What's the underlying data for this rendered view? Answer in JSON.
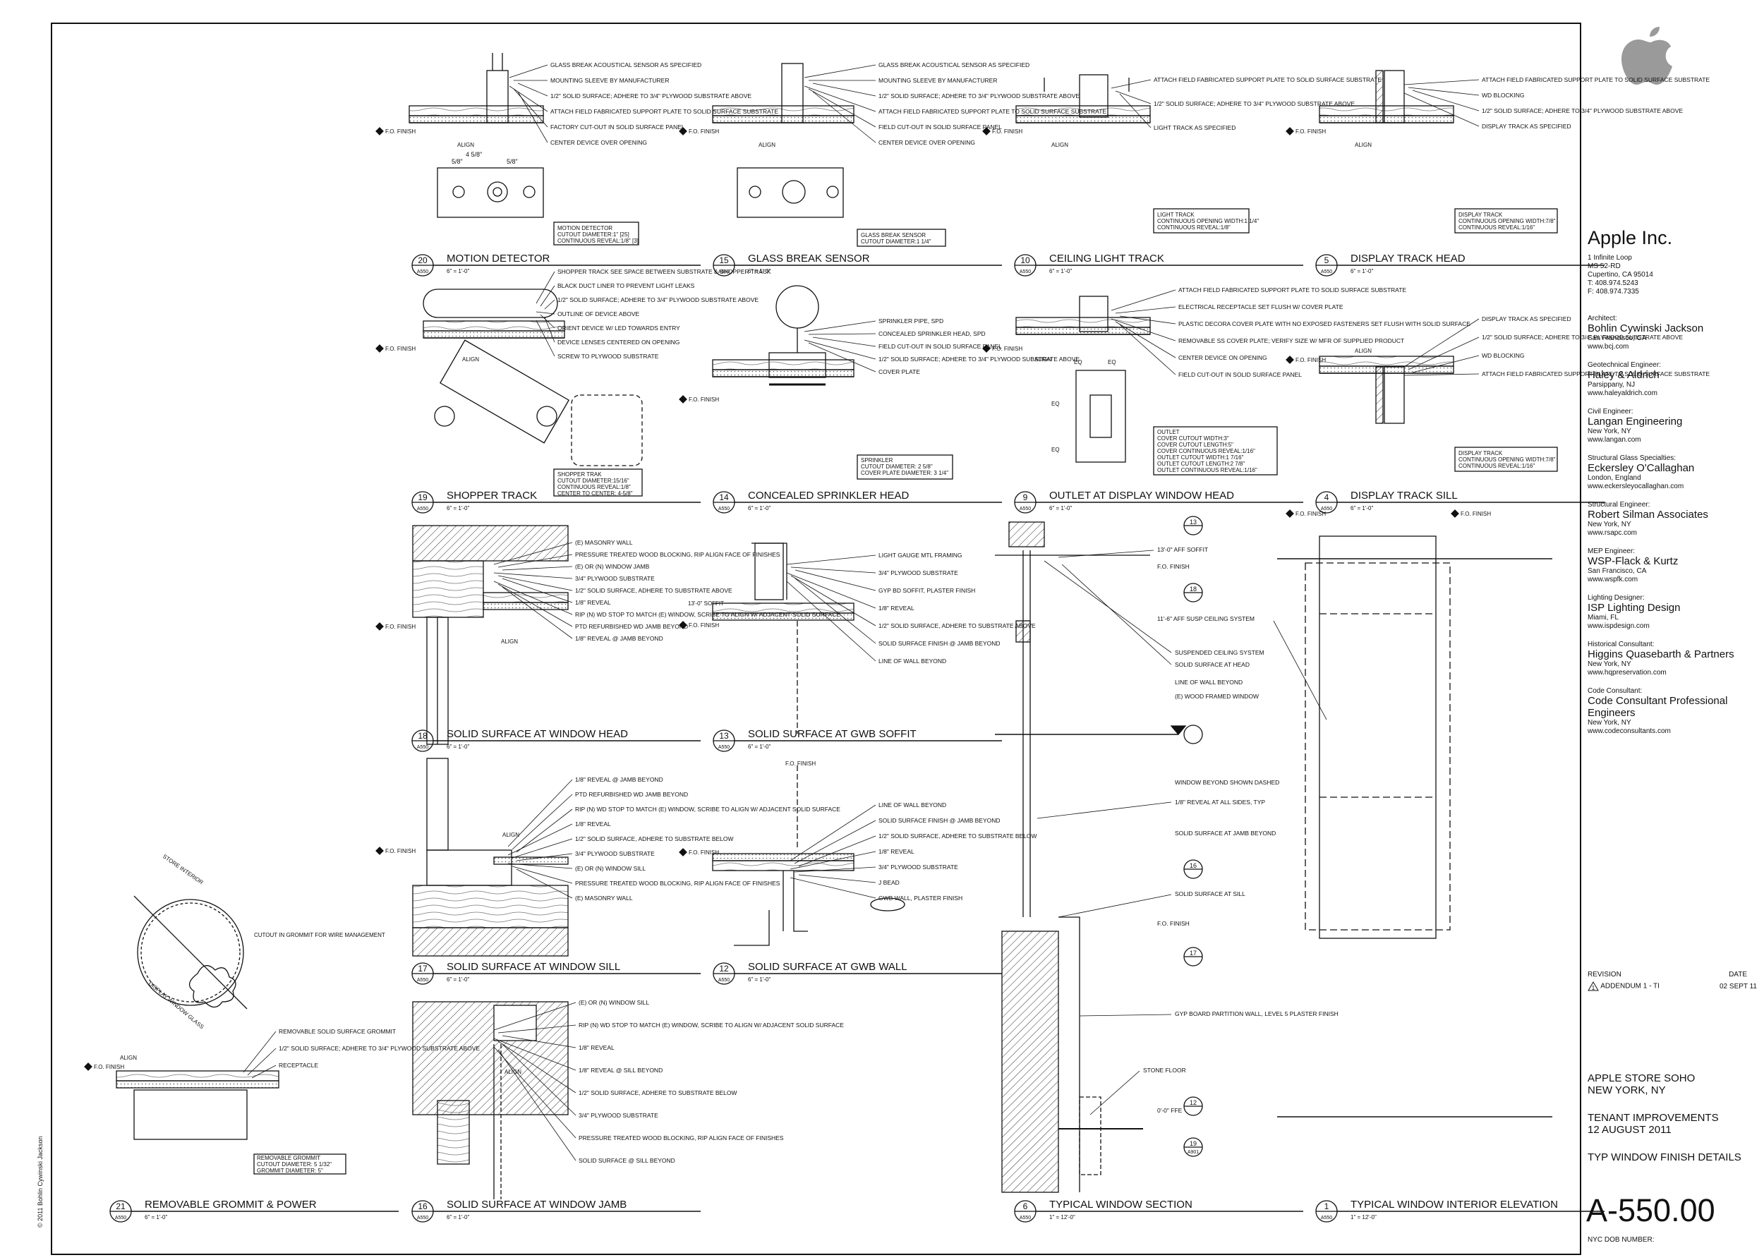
{
  "sheet": {
    "number": "A-550.00",
    "title": "TYP WINDOW FINISH DETAILS",
    "nyc_dob": "NYC DOB NUMBER:",
    "copyright": "© 2011 Bohlin Cywinski Jackson"
  },
  "client": {
    "name": "Apple Inc.",
    "address": [
      "1 Infinite Loop",
      "MS 52-RD",
      "Cupertino, CA 95014",
      "T: 408.974.5243",
      "F: 408.974.7335"
    ]
  },
  "consultants": [
    {
      "role": "Architect:",
      "name": "Bohlin Cywinski Jackson",
      "details": [
        "San Francisco, CA",
        "www.bcj.com"
      ]
    },
    {
      "role": "Geotechnical Engineer:",
      "name": "Haley & Aldrich",
      "details": [
        "Parsippany, NJ",
        "www.haleyaldrich.com"
      ]
    },
    {
      "role": "Civil Engineer:",
      "name": "Langan Engineering",
      "details": [
        "New York, NY",
        "www.langan.com"
      ]
    },
    {
      "role": "Structural Glass Specialties:",
      "name": "Eckersley O'Callaghan",
      "details": [
        "London, England",
        "www.eckersleyocallaghan.com"
      ]
    },
    {
      "role": "Structural Engineer:",
      "name": "Robert Silman Associates",
      "details": [
        "New York, NY",
        "www.rsapc.com"
      ]
    },
    {
      "role": "MEP Engineer:",
      "name": "WSP-Flack & Kurtz",
      "details": [
        "San Francisco, CA",
        "www.wspfk.com"
      ]
    },
    {
      "role": "Lighting Designer:",
      "name": "ISP Lighting Design",
      "details": [
        "Miami, FL",
        "www.ispdesign.com"
      ]
    },
    {
      "role": "Historical Consultant:",
      "name": "Higgins Quasebarth & Partners",
      "details": [
        "New York, NY",
        "www.hqpreservation.com"
      ]
    },
    {
      "role": "Code Consultant:",
      "name": "Code Consultant Professional Engineers",
      "details": [
        "New York, NY",
        "www.codeconsultants.com"
      ]
    }
  ],
  "revision": {
    "header_revision": "REVISION",
    "header_date": "DATE",
    "entry_mark": "1",
    "entry": "ADDENDUM 1 - TI",
    "date": "02 SEPT 11"
  },
  "project": {
    "name": "APPLE STORE SOHO",
    "location": "NEW YORK, NY",
    "phase": "TENANT IMPROVEMENTS",
    "date": "12 AUGUST 2011"
  },
  "details": [
    {
      "num": "20",
      "title": "MOTION DETECTOR",
      "ref": "A550",
      "scale": "6\" = 1'-0\""
    },
    {
      "num": "15",
      "title": "GLASS BREAK SENSOR",
      "ref": "A550",
      "scale": "6\" = 1'-0\""
    },
    {
      "num": "10",
      "title": "CEILING LIGHT TRACK",
      "ref": "A550",
      "scale": "6\" = 1'-0\""
    },
    {
      "num": "5",
      "title": "DISPLAY TRACK HEAD",
      "ref": "A550",
      "scale": "6\" = 1'-0\""
    },
    {
      "num": "19",
      "title": "SHOPPER TRACK",
      "ref": "A550",
      "scale": "6\" = 1'-0\""
    },
    {
      "num": "14",
      "title": "CONCEALED SPRINKLER HEAD",
      "ref": "A550",
      "scale": "6\" = 1'-0\""
    },
    {
      "num": "9",
      "title": "OUTLET AT DISPLAY WINDOW HEAD",
      "ref": "A550",
      "scale": "6\" = 1'-0\""
    },
    {
      "num": "4",
      "title": "DISPLAY TRACK SILL",
      "ref": "A550",
      "scale": "6\" = 1'-0\""
    },
    {
      "num": "18",
      "title": "SOLID SURFACE AT WINDOW HEAD",
      "ref": "A550",
      "scale": "6\" = 1'-0\""
    },
    {
      "num": "13",
      "title": "SOLID SURFACE AT GWB SOFFIT",
      "ref": "A550",
      "scale": "6\" = 1'-0\""
    },
    {
      "num": "17",
      "title": "SOLID SURFACE AT WINDOW SILL",
      "ref": "A550",
      "scale": "6\" = 1'-0\""
    },
    {
      "num": "12",
      "title": "SOLID SURFACE AT GWB WALL",
      "ref": "A550",
      "scale": "6\" = 1'-0\""
    },
    {
      "num": "21",
      "title": "REMOVABLE GROMMIT & POWER",
      "ref": "A550",
      "scale": "6\" = 1'-0\""
    },
    {
      "num": "16",
      "title": "SOLID SURFACE AT WINDOW JAMB",
      "ref": "A550",
      "scale": "6\" = 1'-0\""
    },
    {
      "num": "6",
      "title": "TYPICAL WINDOW SECTION",
      "ref": "A550",
      "scale": "1\" = 12'-0\""
    },
    {
      "num": "1",
      "title": "TYPICAL WINDOW INTERIOR ELEVATION",
      "ref": "A550",
      "scale": "1\" = 12'-0\""
    }
  ],
  "notes": {
    "motion_detector": [
      "GLASS BREAK ACOUSTICAL SENSOR AS SPECIFIED",
      "MOUNTING SLEEVE BY MANUFACTURER",
      "1/2\" SOLID SURFACE; ADHERE TO 3/4\" PLYWOOD SUBSTRATE ABOVE",
      "ATTACH FIELD FABRICATED SUPPORT PLATE TO SOLID SURFACE SUBSTRATE",
      "FACTORY CUT-OUT IN SOLID SURFACE PANEL",
      "CENTER DEVICE OVER OPENING",
      "MOTION DETECTOR",
      "CUTOUT DIAMETER:1\" [25]",
      "CONTINUOUS REVEAL:1/8\" [3]"
    ],
    "glass_break": [
      "GLASS BREAK ACOUSTICAL SENSOR AS SPECIFIED",
      "MOUNTING SLEEVE BY MANUFACTURER",
      "1/2\" SOLID SURFACE; ADHERE TO 3/4\" PLYWOOD SUBSTRATE ABOVE",
      "ATTACH FIELD FABRICATED SUPPORT PLATE TO SOLID SURFACE SUBSTRATE",
      "FIELD CUT-OUT IN SOLID SURFACE PANEL",
      "CENTER DEVICE OVER OPENING",
      "GLASS BREAK SENSOR",
      "CUTOUT DIAMETER:1 1/4\""
    ],
    "ceiling_track": [
      "ATTACH FIELD FABRICATED SUPPORT PLATE TO SOLID SURFACE SUBSTRATE",
      "1/2\" SOLID SURFACE; ADHERE TO 3/4\" PLYWOOD SUBSTRATE ABOVE",
      "LIGHT TRACK AS SPECIFIED",
      "LIGHT TRACK",
      "CONTINUOUS OPENING WIDTH:1 1/4\"",
      "CONTINUOUS REVEAL:1/8\""
    ],
    "display_head": [
      "ATTACH FIELD FABRICATED SUPPORT PLATE TO SOLID SURFACE SUBSTRATE",
      "WD BLOCKING",
      "1/2\" SOLID SURFACE; ADHERE TO 3/4\" PLYWOOD SUBSTRATE ABOVE",
      "DISPLAY TRACK AS SPECIFIED",
      "DISPLAY TRACK",
      "CONTINUOUS OPENING WIDTH:7/8\"",
      "CONTINUOUS REVEAL:1/16\""
    ],
    "shopper_track": [
      "SHOPPER TRACK SEE SPACE BETWEEN SUBSTRATE & SHOPPER TRACK",
      "BLACK DUCT LINER TO PREVENT LIGHT LEAKS",
      "1/2\" SOLID SURFACE; ADHERE TO 3/4\" PLYWOOD SUBSTRATE ABOVE",
      "OUTLINE OF DEVICE ABOVE",
      "ORIENT DEVICE W/ LED TOWARDS ENTRY",
      "DEVICE LENSES CENTERED ON OPENING",
      "SCREW TO PLYWOOD SUBSTRATE",
      "SHOPPER TRAK",
      "CUTOUT DIAMETER:15/16\"",
      "CONTINUOUS REVEAL:1/8\"",
      "CENTER TO CENTER: 4-5/8\""
    ],
    "sprinkler": [
      "SPRINKLER PIPE, SPD",
      "CONCEALED SPRINKLER HEAD, SPD",
      "FIELD CUT-OUT IN SOLID SURFACE PANEL",
      "1/2\" SOLID SURFACE; ADHERE TO 3/4\" PLYWOOD SUBSTRATE ABOVE",
      "COVER PLATE",
      "SPRINKLER",
      "CUTOUT DIAMETER: 2 5/8\"",
      "COVER PLATE DIAMETER: 3 1/4\""
    ],
    "outlet": [
      "ATTACH FIELD FABRICATED SUPPORT PLATE TO SOLID SURFACE SUBSTRATE",
      "ELECTRICAL RECEPTACLE SET FLUSH W/ COVER PLATE",
      "PLASTIC DECORA COVER PLATE WITH NO EXPOSED FASTENERS SET FLUSH WITH SOLID SURFACE",
      "REMOVABLE SS COVER PLATE; VERIFY SIZE W/ MFR OF SUPPLIED PRODUCT",
      "CENTER DEVICE ON OPENING",
      "FIELD CUT-OUT IN SOLID SURFACE PANEL",
      "OUTLET",
      "COVER CUTOUT WIDTH:3\"",
      "COVER CUTOUT LENGTH:5\"",
      "COVER CONTINUOUS REVEAL:1/16\"",
      "OUTLET CUTOUT WIDTH:1 7/16\"",
      "OUTLET CUTOUT LENGTH:2 7/8\"",
      "OUTLET CONTINUOUS REVEAL:1/16\""
    ],
    "display_sill": [
      "DISPLAY TRACK AS SPECIFIED",
      "1/2\" SOLID SURFACE; ADHERE TO 3/4\" PLYWOOD SUBSTRATE ABOVE",
      "WD BLOCKING",
      "ATTACH FIELD FABRICATED SUPPORT PLATE TO SOLID SURFACE SUBSTRATE",
      "DISPLAY TRACK",
      "CONTINUOUS OPENING WIDTH:7/8\"",
      "CONTINUOUS REVEAL:1/16\""
    ],
    "window_head": [
      "(E) MASONRY WALL",
      "PRESSURE TREATED WOOD BLOCKING, RIP ALIGN FACE OF FINISHES",
      "(E) OR (N) WINDOW JAMB",
      "3/4\" PLYWOOD SUBSTRATE",
      "1/2\" SOLID SURFACE, ADHERE TO SUBSTRATE ABOVE",
      "1/8\" REVEAL",
      "RIP (N) WD STOP TO MATCH (E) WINDOW, SCRIBE TO ALIGN W/ ADJACENT SOLID SURFACE",
      "PTD REFURBISHED WD JAMB BEYOND",
      "1/8\" REVEAL @ JAMB BEYOND"
    ],
    "gwb_soffit": [
      "LIGHT GAUGE MTL FRAMING",
      "3/4\" PLYWOOD SUBSTRATE",
      "GYP BD SOFFIT, PLASTER FINISH",
      "1/8\" REVEAL",
      "1/2\" SOLID SURFACE, ADHERE TO SUBSTRATE ABOVE",
      "SOLID SURFACE FINISH @ JAMB BEYOND",
      "LINE OF WALL BEYOND"
    ],
    "window_sill": [
      "1/8\" REVEAL @ JAMB BEYOND",
      "PTD REFURBISHED WD JAMB BEYOND",
      "RIP (N) WD STOP TO MATCH (E) WINDOW, SCRIBE TO ALIGN W/ ADJACENT SOLID SURFACE",
      "1/8\" REVEAL",
      "1/2\" SOLID SURFACE, ADHERE TO SUBSTRATE BELOW",
      "3/4\" PLYWOOD SUBSTRATE",
      "(E) OR (N) WINDOW SILL",
      "PRESSURE TREATED WOOD BLOCKING, RIP ALIGN FACE OF FINISHES",
      "(E) MASONRY WALL"
    ],
    "gwb_wall": [
      "LINE OF WALL BEYOND",
      "SOLID SURFACE FINISH @ JAMB BEYOND",
      "1/2\" SOLID SURFACE, ADHERE TO SUBSTRATE BELOW",
      "1/8\" REVEAL",
      "3/4\" PLYWOOD SUBSTRATE",
      "J BEAD",
      "GWB WALL, PLASTER FINISH"
    ],
    "grommit": [
      "STORE INTERIOR",
      "CUTOUT IN GROMMIT FOR WIRE MANAGEMENT",
      "DISPLAY WINDOW GLASS",
      "REMOVABLE SOLID SURFACE GROMMIT",
      "1/2\" SOLID SURFACE; ADHERE TO 3/4\" PLYWOOD SUBSTRATE ABOVE",
      "RECEPTACLE",
      "REMOVABLE GROMMIT",
      "CUTOUT DIAMETER: 5 1/32\"",
      "GROMMIT DIAMETER: 5\""
    ],
    "window_jamb": [
      "(E) OR (N) WINDOW SILL",
      "RIP (N) WD STOP TO MATCH (E) WINDOW, SCRIBE TO ALIGN W/ ADJACENT SOLID SURFACE",
      "1/8\" REVEAL",
      "1/8\" REVEAL @ SILL BEYOND",
      "1/2\" SOLID SURFACE, ADHERE TO SUBSTRATE BELOW",
      "3/4\" PLYWOOD SUBSTRATE",
      "PRESSURE TREATED WOOD BLOCKING, RIP ALIGN FACE OF FINISHES",
      "SOLID SURFACE @ SILL BEYOND"
    ],
    "window_section": [
      "13'-0\" AFF SOFFIT",
      "F.O. FINISH",
      "11'-6\" AFF SUSP CEILING SYSTEM",
      "SUSPENDED CEILING SYSTEM",
      "SOLID SURFACE AT HEAD",
      "LINE OF WALL BEYOND",
      "(E) WOOD FRAMED WINDOW",
      "WINDOW BEYOND SHOWN DASHED",
      "1/8\" REVEAL AT ALL SIDES, TYP",
      "SOLID SURFACE AT JAMB BEYOND",
      "SOLID SURFACE AT SILL",
      "F.O. FINISH",
      "GYP BOARD PARTITION WALL, LEVEL 5 PLASTER FINISH",
      "STONE FLOOR",
      "0'-0\" FFE"
    ],
    "common": {
      "fo_finish": "F.O. FINISH",
      "align": "ALIGN",
      "cl": "℄",
      "eq": "EQ",
      "soffit": "13'-0\" SOFFIT",
      "dims": [
        "5/8\"",
        "5/8\"",
        "4 5/8\""
      ]
    }
  },
  "section_tags": [
    "13",
    "18",
    "16",
    "17",
    "12",
    "19",
    "A901"
  ]
}
